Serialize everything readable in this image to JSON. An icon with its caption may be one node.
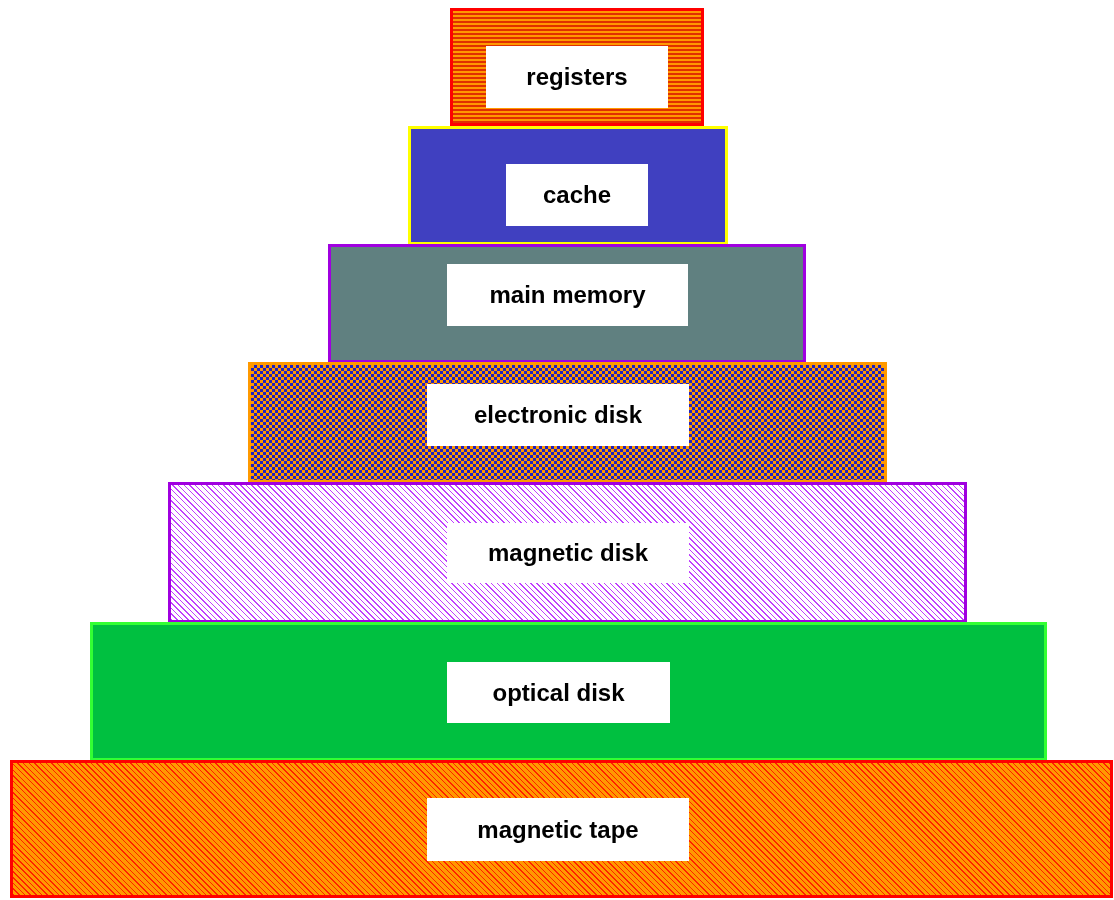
{
  "diagram": {
    "nodes": [
      {
        "text": [
          "registers"
        ]
      },
      {
        "text": [
          "cache"
        ]
      },
      {
        "text": [
          "main memory"
        ]
      },
      {
        "text": [
          "electronic disk"
        ]
      },
      {
        "text": [
          "magnetic disk"
        ]
      },
      {
        "text": [
          "optical disk"
        ]
      },
      {
        "text": [
          "magnetic tape"
        ]
      }
    ]
  }
}
